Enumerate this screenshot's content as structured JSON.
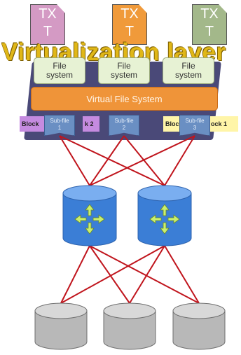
{
  "txt_files": [
    {
      "line1": "TX",
      "line2": "T",
      "color": "#d49ac4"
    },
    {
      "line1": "TX",
      "line2": "T",
      "color": "#f09a3a"
    },
    {
      "line1": "TX",
      "line2": "T",
      "color": "#a3b88a"
    }
  ],
  "layer_title": "Virtualization layer",
  "file_systems": [
    "File\nsystem",
    "File\nsystem",
    "File\nsystem"
  ],
  "virtual_fs_label": "Virtual File System",
  "blocks": {
    "left_a": "Block",
    "left_b": "k 2",
    "right_a": "Bloc",
    "right_b": "ock 1"
  },
  "sub_files": [
    "Sub-file\n1",
    "Sub-file\n2",
    "Sub-file\n3"
  ],
  "icons": {
    "router": "router-cylinder-icon",
    "disk": "disk-cylinder-icon"
  },
  "colors": {
    "connector": "#c0141c",
    "router_blue": "#3b7ed6",
    "disk_gray": "#b8b8b8"
  }
}
